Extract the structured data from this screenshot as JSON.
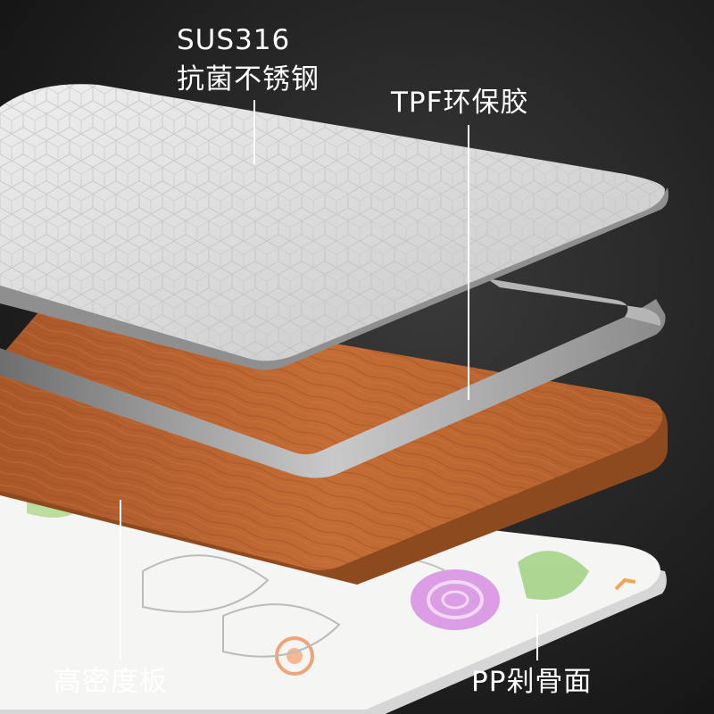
{
  "callouts": {
    "steel": {
      "title": "SUS316",
      "subtitle": "抗菌不锈钢"
    },
    "tpf": "TPF环保胶",
    "density": "高密度板",
    "pp": "PP剁骨面"
  },
  "colors": {
    "background": "#1e1e1e",
    "steel_surface": "#d9d9d9",
    "steel_edge": "#9a9a9a",
    "tpf_layer": "#9e9e9e",
    "wood_surface": "#b8642c",
    "wood_edge": "#8a4418",
    "pp_surface": "#f6f6f4",
    "pp_edge": "#dcdcdc",
    "leader_lines": "#ffffff"
  }
}
